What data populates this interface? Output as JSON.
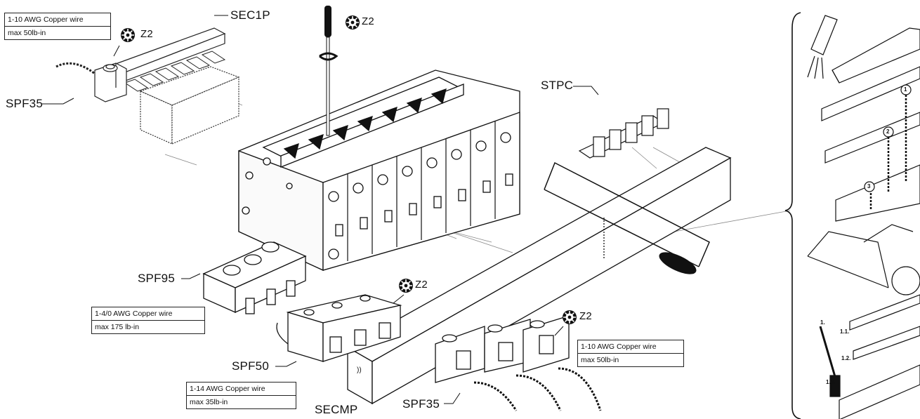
{
  "callouts": {
    "sec1p": "SEC1P",
    "spf35_left": "SPF35",
    "spf95": "SPF95",
    "spf50": "SPF50",
    "secmp": "SECMP",
    "spf35_bottom": "SPF35",
    "stpc": "STPC",
    "z2_a": "Z2",
    "z2_b": "Z2",
    "z2_c": "Z2",
    "z2_d": "Z2"
  },
  "specs": {
    "top_left": {
      "wire": "1-10 AWG Copper wire",
      "torque": "max 50lb-in"
    },
    "spf95": {
      "wire": "1-4/0 AWG Copper wire",
      "torque": "max 175 lb-in"
    },
    "spf50": {
      "wire": "1-14 AWG Copper wire",
      "torque": "max 35lb-in"
    },
    "spf35": {
      "wire": "1-10 AWG Copper wire",
      "torque": "max 50lb-in"
    }
  },
  "steps": {
    "s1": "1.",
    "s11": "1.1.",
    "s12": "1.2.",
    "s13": "1.3.",
    "c1": "1",
    "c2": "2",
    "c3": "3"
  },
  "icons": [
    "torx-z2-icon",
    "screwdriver-icon",
    "hacksaw-icon",
    "brush-icon",
    "wire-arrow-icon"
  ]
}
